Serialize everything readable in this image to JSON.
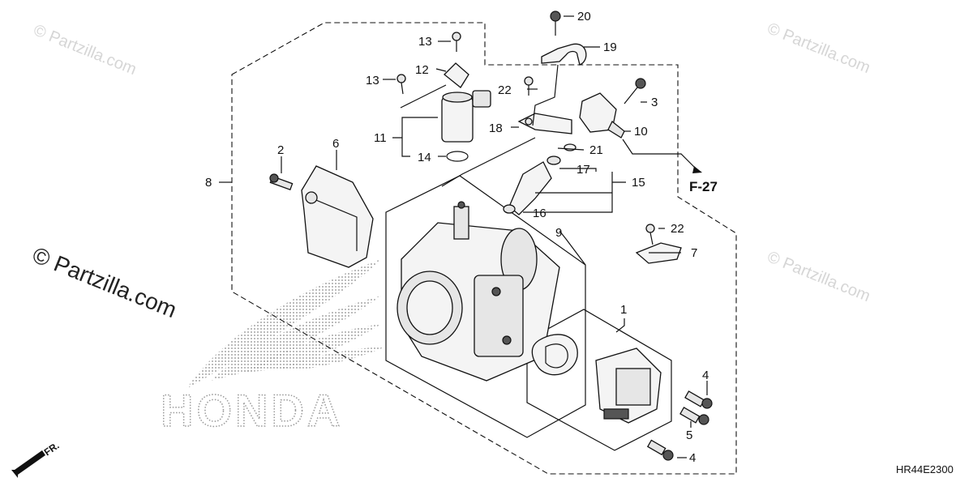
{
  "watermarks": {
    "small": "© Partzilla.com",
    "large": "© Partzilla.com"
  },
  "brand_text": "HONDA",
  "front_label": "FR.",
  "diagram_code": "HR44E2300",
  "ref_label": "F-27",
  "callouts": {
    "c1": "1",
    "c2": "2",
    "c3": "3",
    "c4a": "4",
    "c4b": "4",
    "c5": "5",
    "c6": "6",
    "c7": "7",
    "c8": "8",
    "c9": "9",
    "c10": "10",
    "c11": "11",
    "c12": "12",
    "c13a": "13",
    "c13b": "13",
    "c14": "14",
    "c15": "15",
    "c16": "16",
    "c17": "17",
    "c18": "18",
    "c19": "19",
    "c20": "20",
    "c21": "21",
    "c22a": "22",
    "c22b": "22"
  }
}
